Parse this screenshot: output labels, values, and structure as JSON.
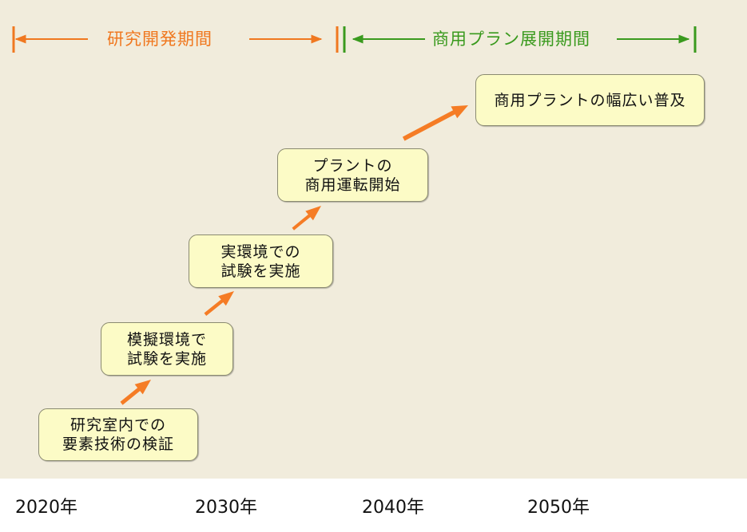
{
  "periods": {
    "research": {
      "label": "研究開発期間",
      "color": "#f07820"
    },
    "commercial": {
      "label": "商用プラン展開期間",
      "color": "#3a9a1e"
    }
  },
  "steps": [
    {
      "line1": "研究室内での",
      "line2": "要素技術の検証"
    },
    {
      "line1": "模擬環境で",
      "line2": "試験を実施"
    },
    {
      "line1": "実環境での",
      "line2": "試験を実施"
    },
    {
      "line1": "プラントの",
      "line2": "商用運転開始"
    },
    {
      "line1": "商用プラントの幅広い普及",
      "line2": ""
    }
  ],
  "years": [
    "2020年",
    "2030年",
    "2040年",
    "2050年"
  ],
  "colors": {
    "step_arrow": "#f57c25",
    "box_fill": "#fcfbc6",
    "background": "#f1ecdc"
  }
}
